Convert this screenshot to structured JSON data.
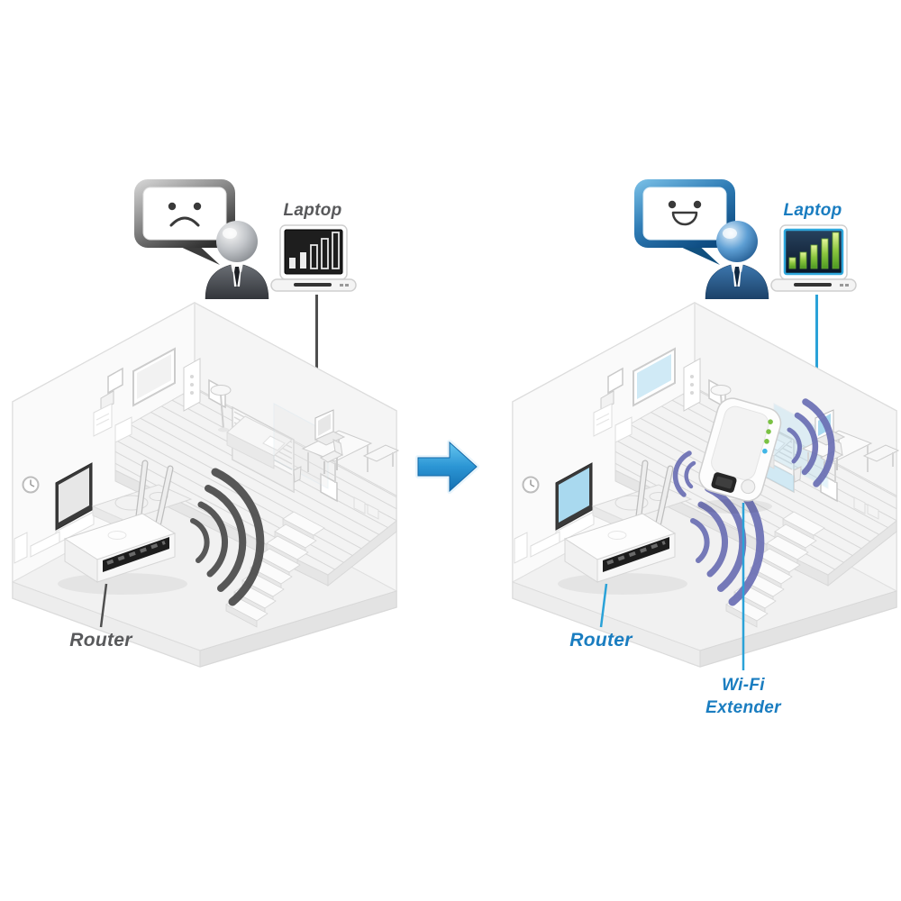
{
  "diagram": {
    "description": "Wi-Fi extender before/after home coverage comparison",
    "arrow": {
      "icon": "right-arrow",
      "color": "#1f8fd0"
    },
    "before": {
      "mood_icon": "sad-face",
      "labels": {
        "laptop": "Laptop",
        "router": "Router"
      },
      "signal": {
        "bars_total": 5,
        "bars_filled": 2,
        "quality": "weak"
      },
      "colors": {
        "label": "#58595b",
        "wifi_waves": "#4a4a4a",
        "pointer_line": "#4f4f4f"
      }
    },
    "after": {
      "mood_icon": "happy-face",
      "labels": {
        "laptop": "Laptop",
        "router": "Router",
        "extender_line1": "Wi-Fi",
        "extender_line2": "Extender"
      },
      "signal": {
        "bars_total": 5,
        "bars_filled": 5,
        "quality": "strong"
      },
      "colors": {
        "label": "#1a7dc0",
        "wifi_waves": "#6b6fb4",
        "pointer_line": "#2aa2d8",
        "accent": "#2ea7dc",
        "signal_bar": "#8cc63f"
      }
    }
  }
}
